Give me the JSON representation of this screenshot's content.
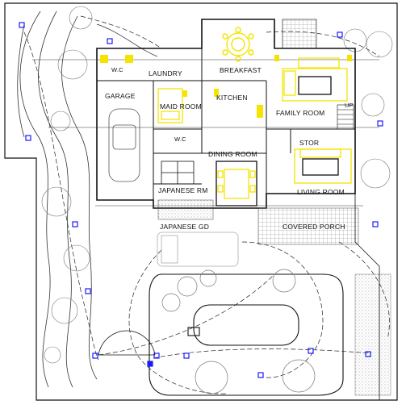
{
  "rooms": {
    "laundry": "LAUNDRY",
    "breakfast": "BREAKFAST",
    "garage": "GARAGE",
    "maid_room": "MAID ROOM",
    "kitchen": "KITCHEN",
    "family_room": "FAMILY ROOM",
    "up": "UP",
    "wc": "W.C",
    "wc2": "W.C",
    "stor": "STOR",
    "dining_room": "DINING ROOM",
    "japanese_rm": "JAPANESE RM",
    "living_room": "LIVING ROOM",
    "japanese_gd": "JAPANESE GD",
    "covered_porch": "COVERED PORCH"
  },
  "colors": {
    "line": "#111111",
    "furniture_yellow": "#f5e400",
    "light_fixture": "#1a1aff",
    "vegetation": "#777777",
    "paving": "#999999"
  }
}
